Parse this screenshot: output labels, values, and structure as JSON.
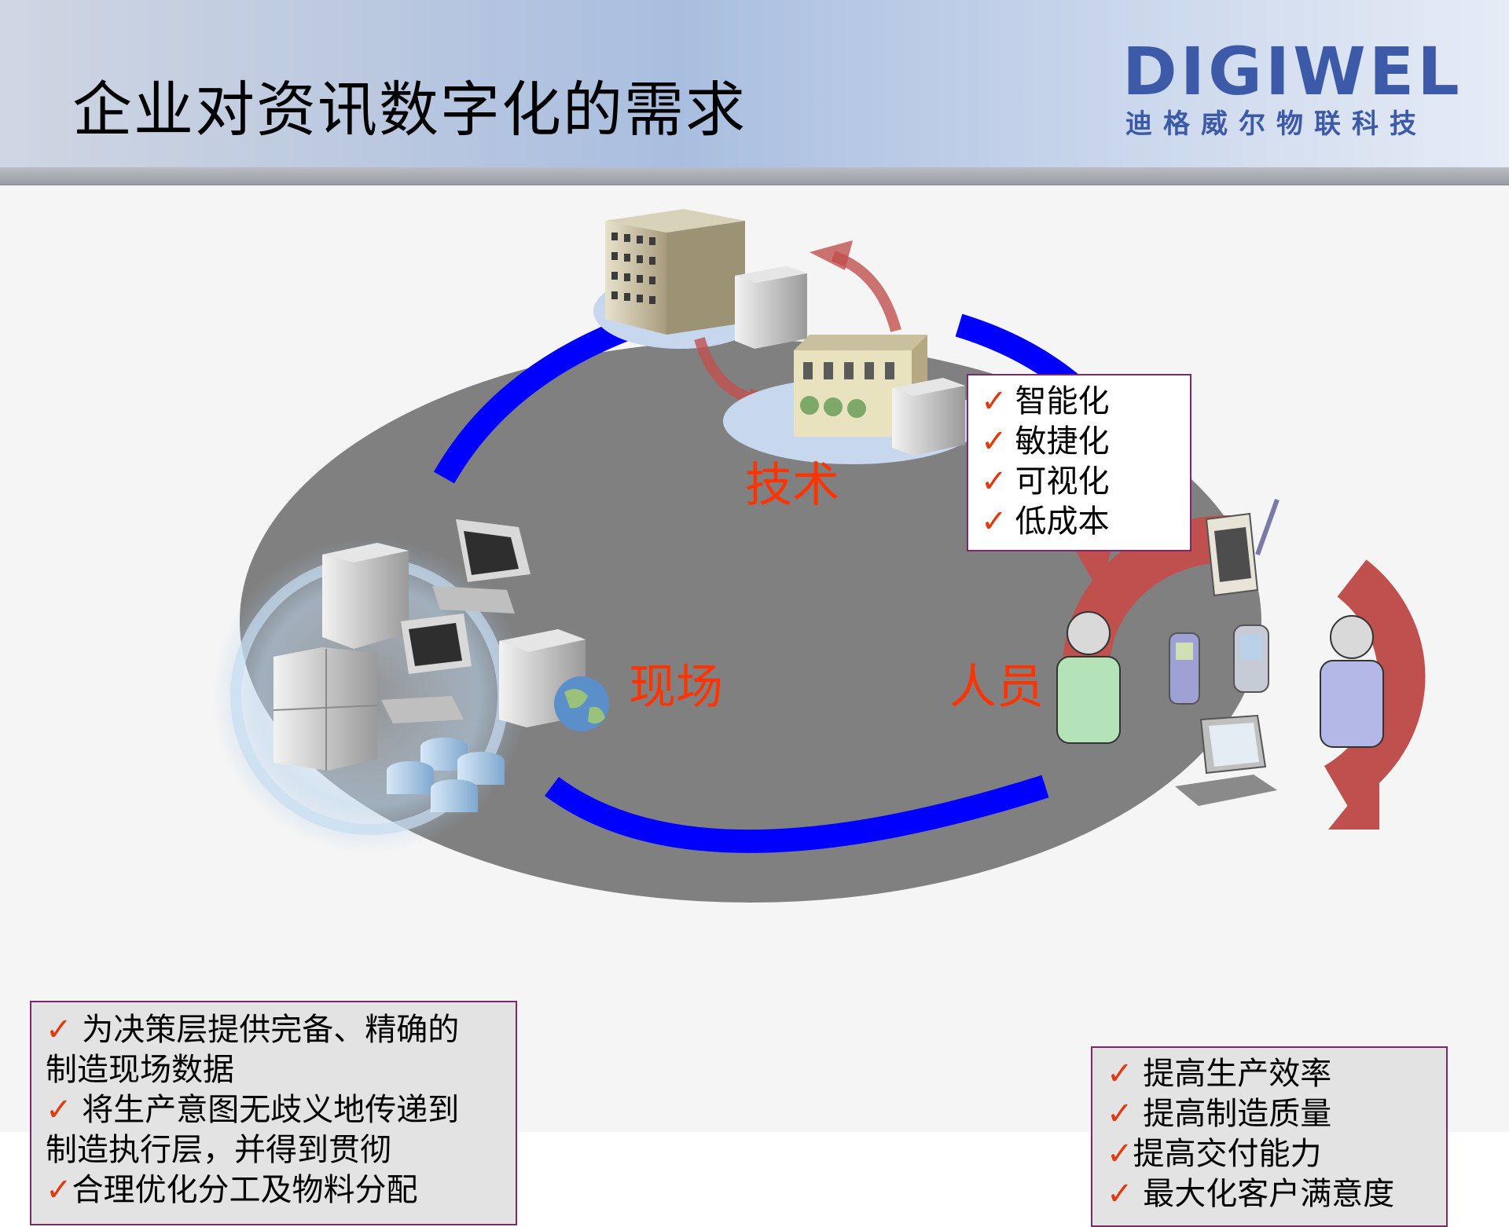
{
  "header": {
    "title": "企业对资讯数字化的需求",
    "logo_text": "DIGIWEL",
    "logo_subtitle": "迪格威尔物联科技"
  },
  "labels": {
    "tech": "技术",
    "field": "现场",
    "people": "人员"
  },
  "tech_box": {
    "check": "✓",
    "items": [
      "智能化",
      "敏捷化",
      "可视化",
      "低成本"
    ]
  },
  "field_box": {
    "check": "✓",
    "lines": [
      {
        "check": "✓",
        "text": " 为决策层提供完备、精确的"
      },
      {
        "check": "",
        "text": "制造现场数据"
      },
      {
        "check": "✓",
        "text": " 将生产意图无歧义地传递到"
      },
      {
        "check": "",
        "text": "制造执行层，并得到贯彻"
      },
      {
        "check": "✓",
        "text": "合理优化分工及物料分配"
      }
    ]
  },
  "people_box": {
    "lines": [
      {
        "check": "✓",
        "text": " 提高生产效率"
      },
      {
        "check": "✓",
        "text": " 提高制造质量"
      },
      {
        "check": "✓",
        "text": "提高交付能力"
      },
      {
        "check": "✓",
        "text": " 最大化客户满意度"
      }
    ]
  },
  "colors": {
    "ellipse": "#808080",
    "arc": "#0000ff",
    "red_arrow": "#c0504d",
    "label": "#ff3300",
    "logo": "#3d5aa8",
    "box_border": "#7a2a6a"
  },
  "icons": [
    "office-building-icon",
    "shop-building-icon",
    "server-tower-icon",
    "desktop-computer-icon",
    "database-icon",
    "globe-icon",
    "person-icon",
    "pda-icon",
    "mobile-phone-icon",
    "laptop-icon"
  ]
}
